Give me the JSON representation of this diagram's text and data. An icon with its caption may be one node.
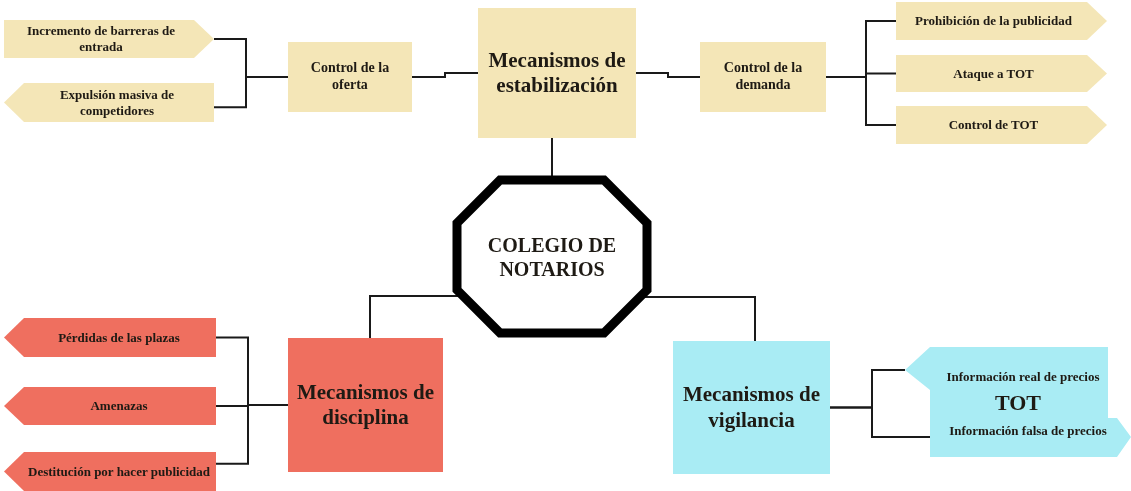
{
  "diagram": {
    "nodes": [
      {
        "text": [
          "Mecanismos de estabilización"
        ]
      },
      {
        "text": [
          "Control de la oferta"
        ]
      },
      {
        "text": [
          "Incremento de barreras de entrada"
        ]
      },
      {
        "text": [
          "Expulsión masiva de competidores"
        ]
      },
      {
        "text": [
          "Control de la demanda"
        ]
      },
      {
        "text": [
          "Prohibición de la publicidad"
        ]
      },
      {
        "text": [
          "Ataque a TOT"
        ]
      },
      {
        "text": [
          "Control de TOT"
        ]
      },
      {
        "text": [
          "COLEGIO DE NOTARIOS"
        ]
      },
      {
        "text": [
          "Mecanismos de disciplina"
        ]
      },
      {
        "text": [
          "Pérdidas de las plazas"
        ]
      },
      {
        "text": [
          "Amenazas"
        ]
      },
      {
        "text": [
          "Destitución por hacer publicidad"
        ]
      },
      {
        "text": [
          "Mecanismos de vigilancia"
        ]
      },
      {
        "text": [
          "Información real de precios",
          "TOT",
          "Información falsa de precios"
        ]
      }
    ],
    "edges": [
      {
        "from": 8,
        "to": 0,
        "arrow": "none"
      },
      {
        "from": 0,
        "to": 1,
        "arrow": "none"
      },
      {
        "from": 1,
        "to": 2,
        "arrow": "none"
      },
      {
        "from": 1,
        "to": 3,
        "arrow": "none"
      },
      {
        "from": 0,
        "to": 4,
        "arrow": "none"
      },
      {
        "from": 4,
        "to": 5,
        "arrow": "none"
      },
      {
        "from": 4,
        "to": 6,
        "arrow": "none"
      },
      {
        "from": 4,
        "to": 7,
        "arrow": "none"
      },
      {
        "from": 8,
        "to": 9,
        "arrow": "none"
      },
      {
        "from": 8,
        "to": 13,
        "arrow": "none"
      },
      {
        "from": 9,
        "to": 10,
        "arrow": "none"
      },
      {
        "from": 9,
        "to": 11,
        "arrow": "none"
      },
      {
        "from": 9,
        "to": 12,
        "arrow": "none"
      },
      {
        "from": 13,
        "to": 14,
        "arrow": "none"
      },
      {
        "from": 13,
        "to": 14,
        "arrow": "none"
      }
    ]
  }
}
